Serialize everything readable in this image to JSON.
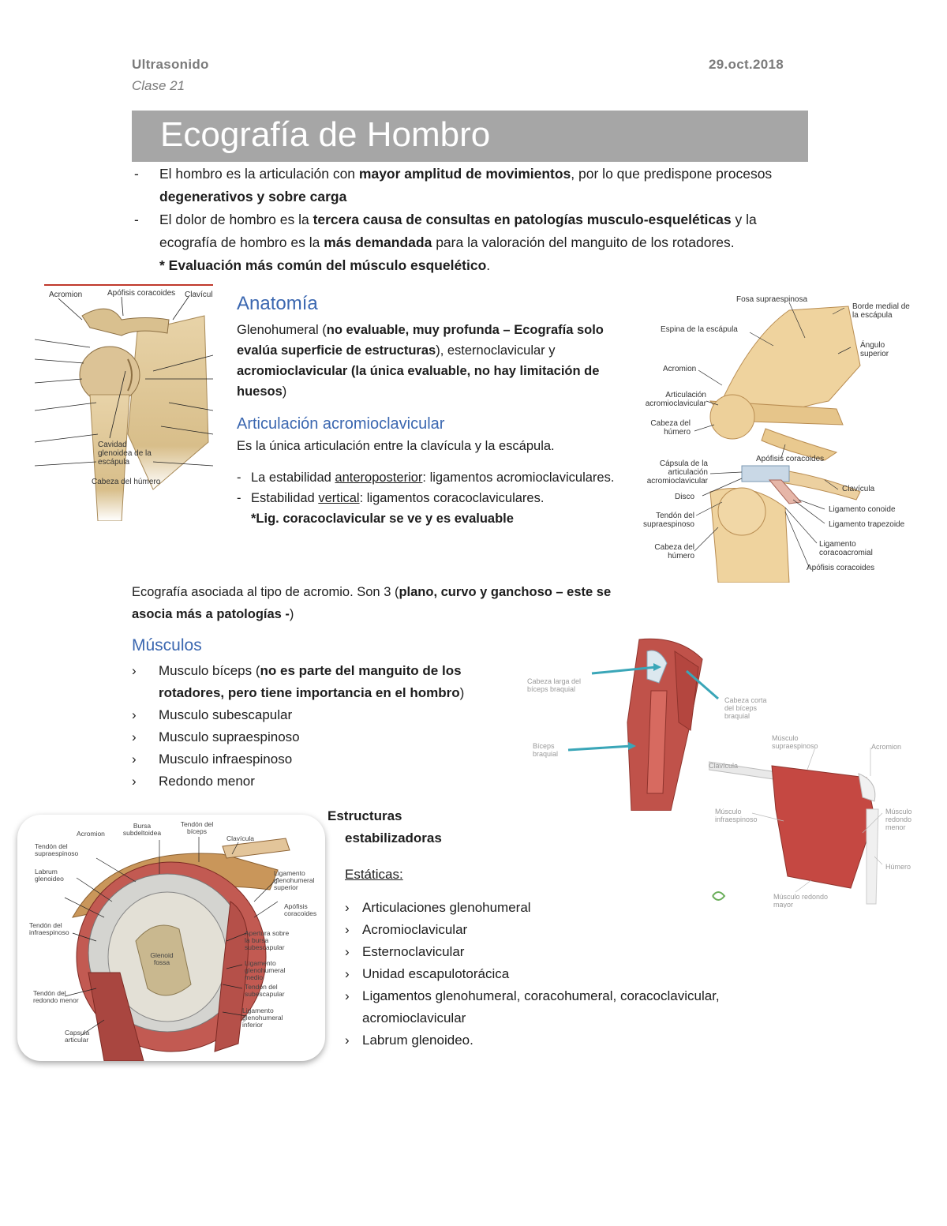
{
  "header": {
    "subject": "Ultrasonido",
    "class": "Clase 21",
    "date": "29.oct.2018"
  },
  "title": "Ecografía de Hombro",
  "intro": {
    "bullet1_a": "El hombro es la articulación con ",
    "bullet1_b": "mayor amplitud de movimientos",
    "bullet1_c": ", por lo que predispone procesos ",
    "bullet1_d": "degenerativos y sobre carga",
    "bullet2_a": "El dolor de hombro es la ",
    "bullet2_b": "tercera causa de consultas en patologías musculo-esqueléticas",
    "bullet2_c": " y la ecografía de hombro es la ",
    "bullet2_d": "más demandada",
    "bullet2_e": " para la valoración del manguito de los rotadores.",
    "note": "* Evaluación más común del músculo esquelético",
    "note_end": "."
  },
  "anatomia": {
    "heading": "Anatomía",
    "p1_a": "Glenohumeral (",
    "p1_b": "no evaluable, muy profunda – Ecografía solo evalúa superficie de estructuras",
    "p1_c": "), esternoclavicular y ",
    "p1_d": "acromioclavicular (la única evaluable, no hay limitación de huesos",
    "p1_e": ")",
    "sub_heading": "Articulación acromioclavicular",
    "sub_p": "Es la única articulación entre la clavícula y la escápula.",
    "items": [
      {
        "pre": "La estabilidad ",
        "u": "anteroposterior",
        "post": ": ligamentos acromioclaviculares."
      },
      {
        "pre": "Estabilidad ",
        "u": "vertical",
        "post": ": ligamentos coracoclaviculares."
      }
    ],
    "lig_note": "*Lig. coracoclavicular se ve y es evaluable",
    "acromio_a": "Ecografía asociada al tipo de acromio. Son 3 (",
    "acromio_b": "plano, curvo y ganchoso – este se asocia más a patologías -",
    "acromio_c": ")"
  },
  "musculos": {
    "heading": "Músculos",
    "items": [
      {
        "a": "Musculo bíceps (",
        "b": "no es parte del manguito de los rotadores, pero tiene importancia en el hombro",
        "c": ")"
      },
      {
        "a": "Musculo subescapular",
        "b": "",
        "c": ""
      },
      {
        "a": "Musculo supraespinoso",
        "b": "",
        "c": ""
      },
      {
        "a": "Musculo infraespinoso",
        "b": "",
        "c": ""
      },
      {
        "a": "Redondo menor",
        "b": "",
        "c": ""
      }
    ]
  },
  "estructuras": {
    "heading_1": "Estructuras",
    "heading_2": "estabilizadoras",
    "sub": "Estáticas:",
    "items": [
      "Articulaciones glenohumeral",
      "Acromioclavicular",
      "Esternoclavicular",
      "Unidad escapulotorácica",
      "Ligamentos glenohumeral, coracohumeral, coracoclavicular, acromioclavicular",
      "Labrum glenoideo."
    ]
  },
  "figures": {
    "fig1": {
      "labels": [
        "Acromion",
        "Apófisis coracoides",
        "Clavícula",
        "Cavidad glenoidea de la escápula",
        "Cabeza del húmero"
      ]
    },
    "fig2": {
      "labels": [
        "Fosa supraespinosa",
        "Borde medial de la escápula",
        "Espina de la escápula",
        "Ángulo superior",
        "Acromion",
        "Articulación acromioclavicular",
        "Cabeza del húmero",
        "Apófisis coracoides",
        "Cápsula de la articulación acromioclavicular",
        "Disco",
        "Clavícula",
        "Ligamento conoide",
        "Ligamento trapezoide",
        "Tendón del supraespinoso",
        "Ligamento coracoacromial",
        "Cabeza del húmero",
        "Apófisis coracoides"
      ]
    },
    "fig3": {
      "labels": [
        "Cabeza larga del bíceps braquial",
        "Cabeza corta del bíceps braquial",
        "Bíceps braquial"
      ]
    },
    "fig4": {
      "labels": [
        "Músculo supraespinoso",
        "Acromion",
        "Clavícula",
        "Músculo infraespinoso",
        "Músculo redondo menor",
        "Húmero",
        "Músculo redondo mayor"
      ]
    },
    "fig5": {
      "labels": [
        "Bursa subdeltoidea",
        "Tendón del bíceps",
        "Acromion",
        "Clavícula",
        "Tendón del supraespinoso",
        "Labrum glenoideo",
        "Ligamento glenohumeral superior",
        "Apófisis coracoides",
        "Tendón del infraespinoso",
        "Glenoid fossa",
        "Apertura sobre la bursa subescapular",
        "Ligamento glenohumeral medio",
        "Tendón del subescapular",
        "Tendón del redondo menor",
        "Ligamento glenohumeral inferior",
        "Capsula articular"
      ]
    }
  }
}
